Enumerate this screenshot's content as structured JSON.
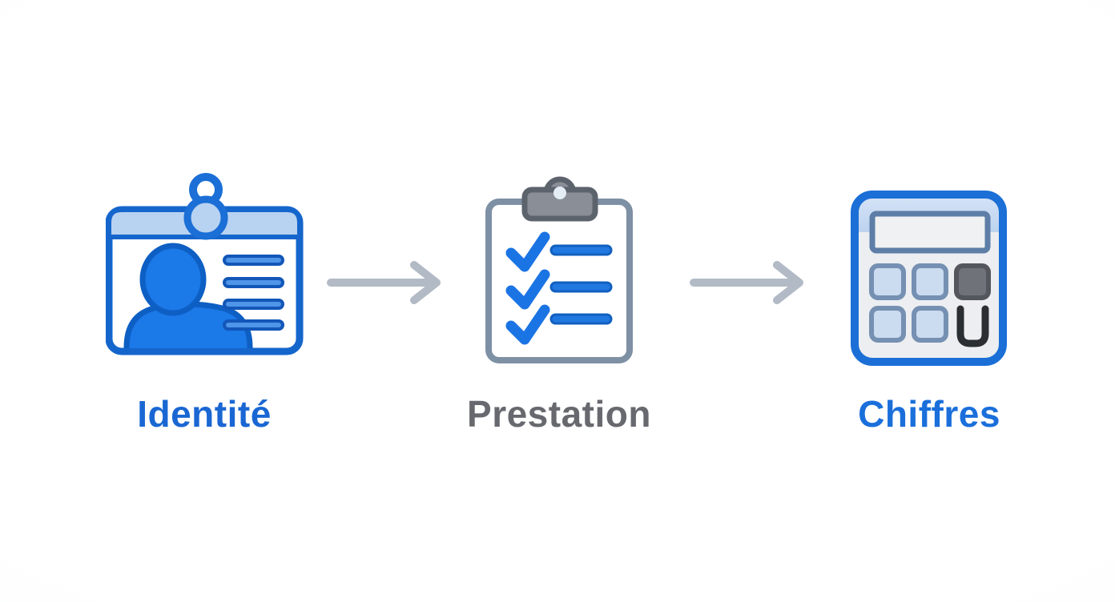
{
  "diagram": {
    "background_color": "#ffffff",
    "steps": [
      {
        "id": "identite",
        "label": "Identité",
        "label_color": "#1a67d3",
        "icon": "id-badge-icon"
      },
      {
        "id": "prestation",
        "label": "Prestation",
        "label_color": "#67696f",
        "icon": "checklist-clipboard-icon"
      },
      {
        "id": "chiffres",
        "label": "Chiffres",
        "label_color": "#1a6fdb",
        "icon": "calculator-icon"
      }
    ],
    "connectors": [
      {
        "from": "identite",
        "to": "prestation",
        "shape": "right-arrow",
        "color": "#b2bac6"
      },
      {
        "from": "prestation",
        "to": "chiffres",
        "shape": "right-arrow",
        "color": "#b2bac6"
      }
    ],
    "palette": {
      "primary_blue": "#1b6fd6",
      "solid_blue": "#1b79e8",
      "light_blue_fill": "#b8d2f1",
      "pale_blue_button": "#cbdbf0",
      "steel_border": "#7e90a4",
      "steel_button_border": "#7590b2",
      "clip_gray": "#8a8f97",
      "clip_gray_dark": "#5d636c",
      "dark_button_gray": "#6f7379",
      "charcoal": "#2b2f34",
      "arrow_gray": "#b2bac6",
      "calculator_body": "#eceef1",
      "display_fill": "#f0f1f2",
      "display_border": "#5d7ea6"
    }
  }
}
